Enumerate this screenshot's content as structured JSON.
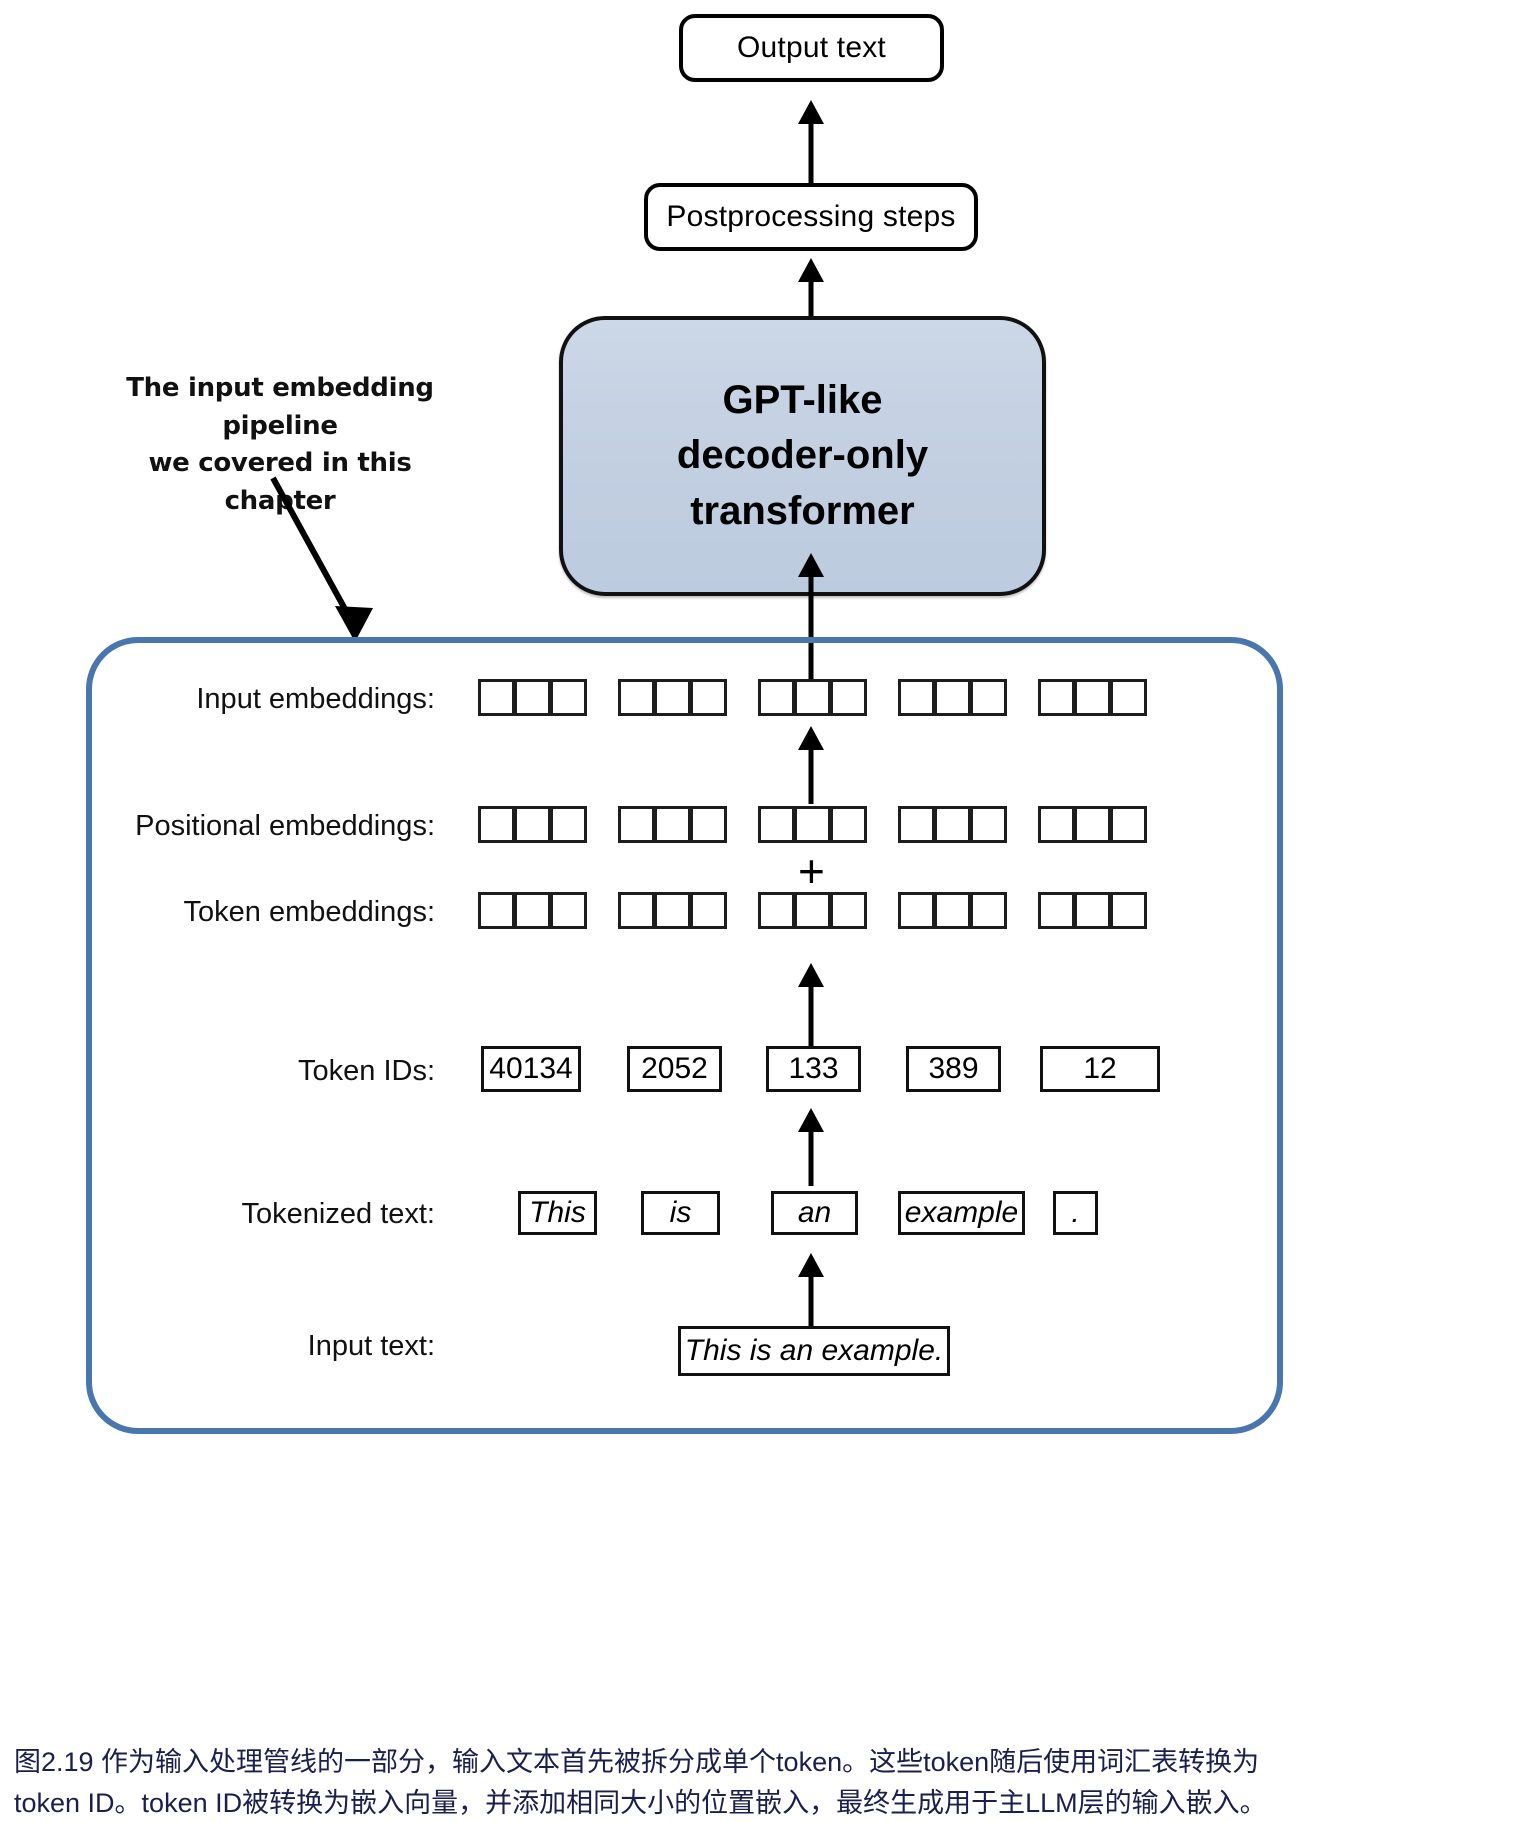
{
  "figure": {
    "top_chain": {
      "output_text": "Output text",
      "postprocessing": "Postprocessing steps",
      "gpt_block_line1": "GPT-like",
      "gpt_block_line2": "decoder-only",
      "gpt_block_line3": "transformer"
    },
    "annotation": {
      "line1": "The input embedding pipeline",
      "line2": "we covered in this chapter"
    },
    "rows": {
      "input_embeddings_label": "Input embeddings:",
      "positional_embeddings_label": "Positional embeddings:",
      "token_embeddings_label": "Token embeddings:",
      "token_ids_label": "Token IDs:",
      "tokenized_text_label": "Tokenized text:",
      "input_text_label": "Input text:"
    },
    "plus_symbol": "+",
    "token_ids": [
      "40134",
      "2052",
      "133",
      "389",
      "12"
    ],
    "tokenized_text": [
      "This",
      "is",
      "an",
      "example",
      "."
    ],
    "input_text": "This is an example.",
    "embedding_groups": 5,
    "cells_per_group": 3,
    "colors": {
      "gpt_block_fill": "#c3d0e1",
      "pipeline_border": "#4a76ae",
      "caption_text": "#1b1f4b",
      "stroke": "#111111"
    }
  },
  "caption": {
    "line1": "图2.19 作为输入处理管线的一部分，输入文本首先被拆分成单个token。这些token随后使用词汇表转换为",
    "line2": "token ID。token ID被转换为嵌入向量，并添加相同大小的位置嵌入，最终生成用于主LLM层的输入嵌入。"
  }
}
